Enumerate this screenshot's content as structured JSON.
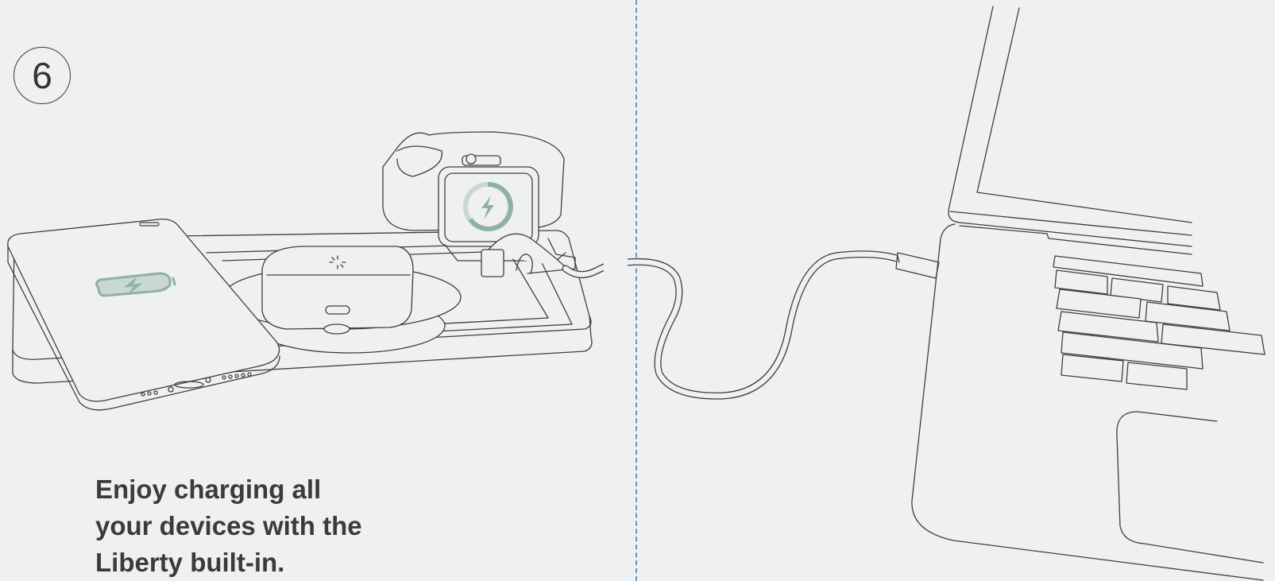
{
  "step": {
    "number": "6"
  },
  "caption": {
    "lines": [
      "Enjoy charging all",
      "your devices with the",
      "Liberty built-in."
    ]
  },
  "colors": {
    "background": "#eff0f2",
    "line": "#3f3f3f",
    "divider": "#6f97bf",
    "charge_accent": "#8fb1a5",
    "text": "#3b3b3b"
  },
  "icons": [
    "lightning-bolt-icon",
    "battery-charging-icon",
    "charging-ring-icon"
  ]
}
